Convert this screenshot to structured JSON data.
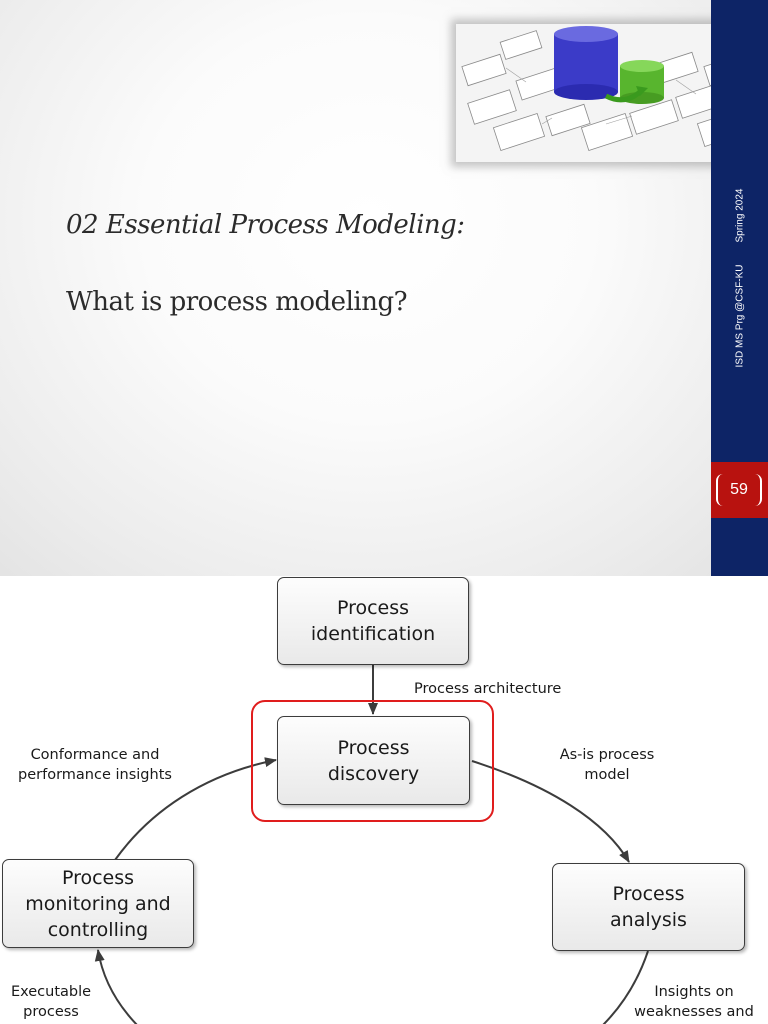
{
  "slide": {
    "heading": "02 Essential Process Modeling:",
    "subheading": "What is process modeling?",
    "sidebar": {
      "course": "ISD MS Prg @CSF-KU",
      "term": "Spring 2024",
      "page_number": "59"
    },
    "colors": {
      "sidebar": "#0d2466",
      "page_box": "#b8120f"
    }
  },
  "diagram": {
    "boxes": {
      "identification": "Process\nidentification",
      "discovery": "Process\ndiscovery",
      "analysis": "Process\nanalysis",
      "monitoring": "Process\nmonitoring and\ncontrolling"
    },
    "labels": {
      "architecture": "Process architecture",
      "as_is_model": "As-is process\nmodel",
      "conformance": "Conformance and\nperformance insights",
      "insights": "Insights on\nweaknesses and",
      "executable": "Executable\nprocess"
    },
    "highlight_color": "#e01d1d"
  }
}
